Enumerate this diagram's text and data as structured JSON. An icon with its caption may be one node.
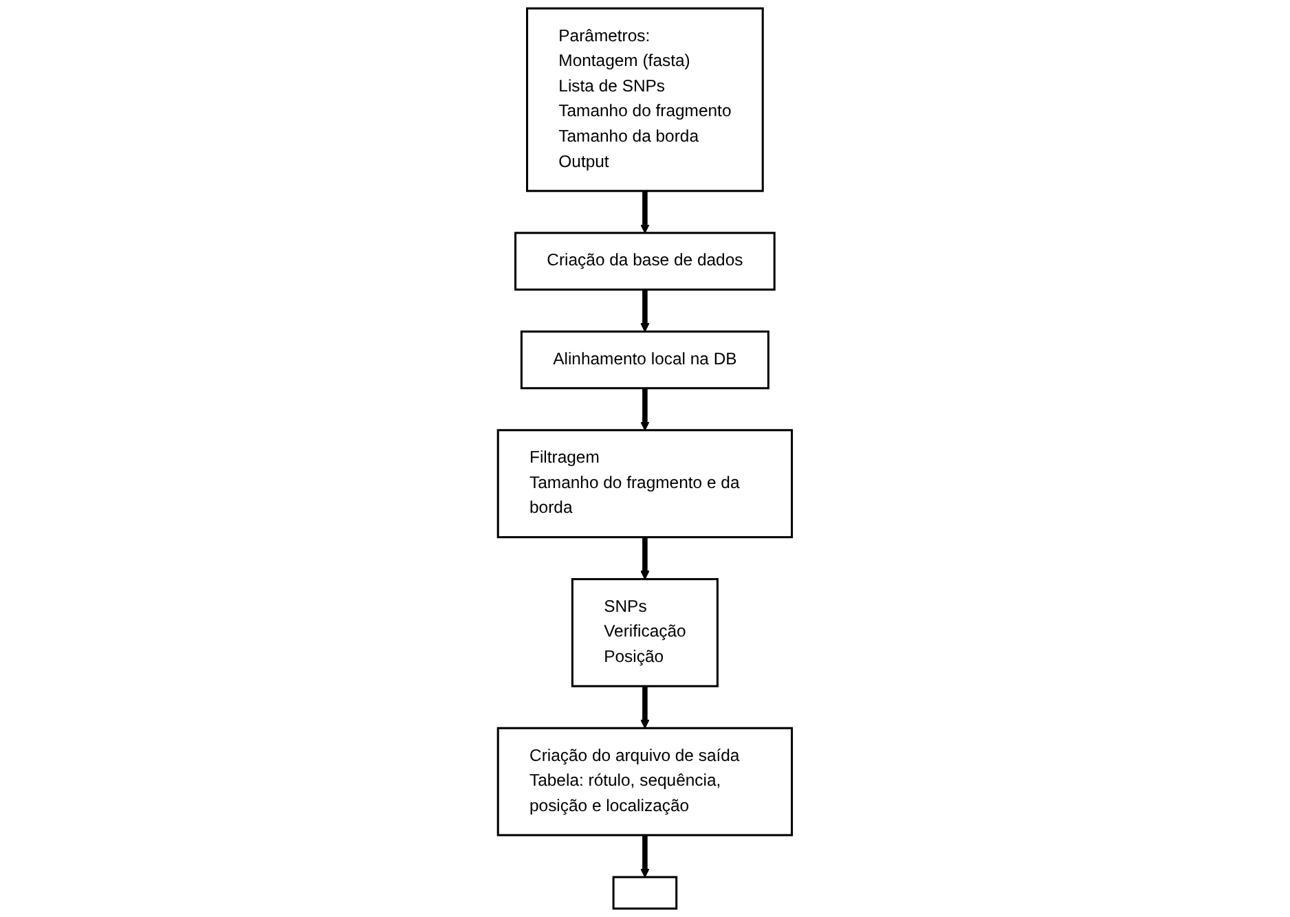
{
  "diagram": {
    "nodes": [
      {
        "text": [
          "Parâmetros:",
          "Montagem (fasta)",
          "Lista de SNPs",
          "Tamanho do fragmento",
          "Tamanho da borda",
          "Output"
        ]
      },
      {
        "text": [
          "Criação da base de dados"
        ]
      },
      {
        "text": [
          "Alinhamento local na DB"
        ]
      },
      {
        "text": [
          "Filtragem",
          "Tamanho do fragmento e da borda"
        ]
      },
      {
        "text": [
          "SNPs",
          "Verificação",
          "Posição"
        ]
      },
      {
        "text": [
          "Criação do arquivo de saída",
          "Tabela: rótulo, sequência, posição e localização"
        ]
      },
      {
        "text": [],
        "shape": "box"
      }
    ],
    "edges": [
      {
        "from": 0,
        "to": 1,
        "arrow": "to"
      },
      {
        "from": 1,
        "to": 2,
        "arrow": "to"
      },
      {
        "from": 2,
        "to": 3,
        "arrow": "to"
      },
      {
        "from": 3,
        "to": 4,
        "arrow": "to"
      },
      {
        "from": 4,
        "to": 5,
        "arrow": "to"
      },
      {
        "from": 5,
        "to": 6,
        "arrow": "to"
      }
    ]
  }
}
